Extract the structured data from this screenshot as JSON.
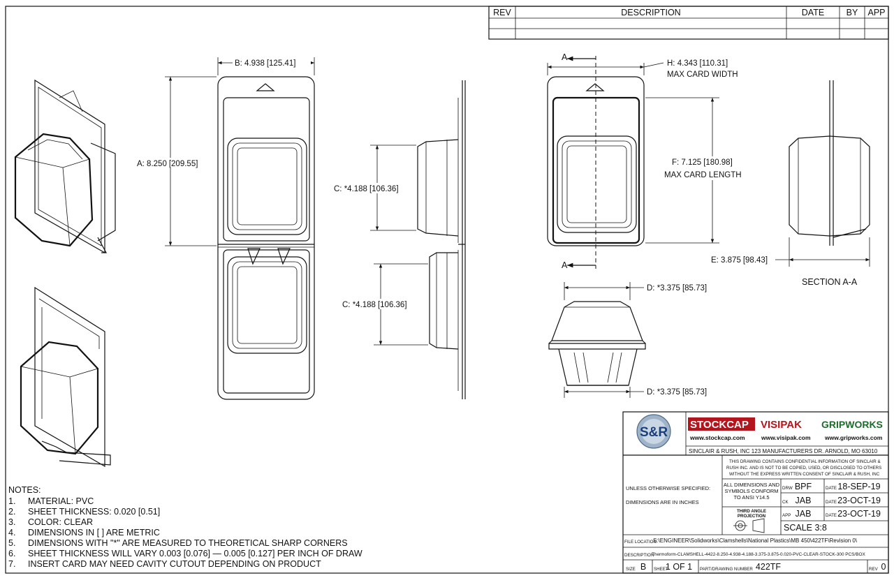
{
  "revision_block": {
    "headers": [
      "REV",
      "DESCRIPTION",
      "DATE",
      "BY",
      "APP"
    ]
  },
  "dimensions": {
    "a": "A: 8.250",
    "a_metric": "[209.55]",
    "b": "B: 4.938",
    "b_metric": "[125.41]",
    "c_upper": "C: *4.188",
    "c_upper_metric": "[106.36]",
    "c_lower": "C: *4.188",
    "c_lower_metric": "[106.36]",
    "h": "H: 4.343",
    "h_metric": "[110.31]",
    "h_note": "MAX CARD WIDTH",
    "f": "F: 7.125",
    "f_metric": "[180.98]",
    "f_note": "MAX CARD LENGTH",
    "e": "E: 3.875",
    "e_metric": "[98.43]",
    "d_top": "D: *3.375",
    "d_top_metric": "[85.73]",
    "d_bottom": "D: *3.375",
    "d_bottom_metric": "[85.73]"
  },
  "section": {
    "marker": "A",
    "label": "SECTION A-A"
  },
  "notes": {
    "heading": "NOTES:",
    "items": [
      {
        "num": "1.",
        "text": "MATERIAL: PVC"
      },
      {
        "num": "2.",
        "text": "SHEET THICKNESS: 0.020 [0.51]"
      },
      {
        "num": "3.",
        "text": "COLOR: CLEAR"
      },
      {
        "num": "4.",
        "text": "DIMENSIONS IN [ ] ARE METRIC"
      },
      {
        "num": "5.",
        "text": "DIMENSIONS WITH \"*\" ARE MEASURED TO THEORETICAL SHARP CORNERS"
      },
      {
        "num": "6.",
        "text": "SHEET THICKNESS WILL VARY 0.003 [0.076] — 0.005 [0.127] PER INCH OF DRAW"
      },
      {
        "num": "7.",
        "text": "INSERT CARD MAY NEED CAVITY CUTOUT DEPENDING ON PRODUCT"
      }
    ]
  },
  "title_block": {
    "logo_text": "S&R",
    "brands": [
      {
        "name": "STOCKCAP",
        "url": "www.stockcap.com",
        "color": "#b4141b"
      },
      {
        "name": "VISIPAK",
        "url": "www.visipak.com",
        "color": "#b4141b"
      },
      {
        "name": "GRIPWORKS",
        "url": "www.gripworks.com",
        "color": "#1f6b2c"
      }
    ],
    "address": "SINCLAIR & RUSH, INC 123 MANUFACTURERS DR. ARNOLD, MO 63010",
    "confidential": [
      "THIS DRAWING CONTAINS CONFIDENTIAL INFORMATION OF SINCLAIR &",
      "RUSH INC. AND IS NOT TO BE COPIED, USED, OR DISCLOSED TO OTHERS",
      "WITHOUT THE EXPRESS WRITTEN CONSENT OF SINCLAIR & RUSH, INC"
    ],
    "unless": "UNLESS OTHERWISE SPECIFIED:",
    "dims_in": "DIMENSIONS ARE IN INCHES",
    "conform": [
      "ALL DIMENSIONS AND",
      "SYMBOLS CONFORM",
      "TO ANSI Y14.5"
    ],
    "projection": [
      "THIRD ANGLE",
      "PROJECTION"
    ],
    "drw_label": "DRW",
    "ck_label": "CK",
    "app_label": "APP",
    "date_label": "DATE",
    "drawn_by": "BPF",
    "drawn_date": "18-SEP-19",
    "checked_by": "JAB",
    "checked_date": "23-OCT-19",
    "approved_by": "JAB",
    "approved_date": "23-OCT-19",
    "scale": "SCALE 3:8",
    "file_location_label": "FILE LOCATION",
    "file_location": "S:\\ENGINEER\\Solidworks\\Clamshells\\National Plastics\\MB 450\\422TF\\Revision 0\\",
    "description_label": "DESCRIPTION",
    "description": "Thermoform-CLAMSHELL-4422-8.250-4.938-4.188-3.375-3.875-0.020-PVC-CLEAR-STOCK-300 PCS/BOX",
    "size_label": "SIZE",
    "size": "B",
    "sheet_label": "SHEET",
    "sheet": "1 OF 1",
    "part_label": "PART/DRAWING NUMBER",
    "part": "422TF",
    "rev_label": "REV",
    "rev": "0"
  }
}
